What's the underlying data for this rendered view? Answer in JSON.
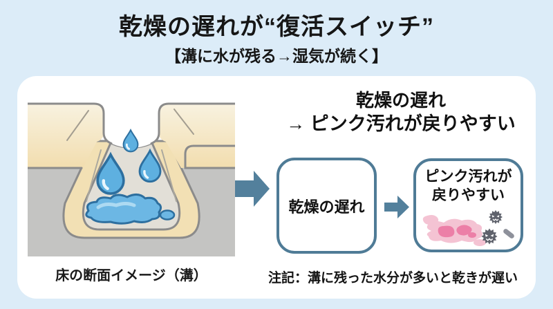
{
  "header": {
    "title": "乾燥の遅れが“復活スイッチ”",
    "subtitle": "【溝に水が残る→湿気が続く】"
  },
  "diagram": {
    "caption": "床の断面イメージ（溝）",
    "heading_line1": "乾燥の遅れ",
    "heading_line2": "→ ピンク汚れが戻りやすい",
    "box1_label": "乾燥の遅れ",
    "box2_line1": "ピンク汚れが",
    "box2_line2": "戻りやすい",
    "note": "注記：溝に残った水分が多いと乾きが遅い"
  },
  "icons": {
    "floor_section": "floor-groove-cross-section-illustration",
    "water_drop": "water-drop-icon",
    "puddle": "water-puddle-icon",
    "flow_arrow": "arrow-right-icon",
    "pink_stain": "pink-stain-icon",
    "germ": "germ-icon"
  },
  "colors": {
    "background": "#dcecf8",
    "card": "#ffffff",
    "box_border": "#4f7b96",
    "arrow": "#53809c",
    "floor_cream": "#f4e2b6",
    "floor_gray": "#c4c4c2",
    "outline_gray": "#8b8b8b",
    "water_blue": "#5eb0e0",
    "water_outline": "#2d6f9f",
    "stain_pink": "#f4c3d3",
    "stain_pink_dark": "#ec7fa7",
    "germ_gray": "#5f626c"
  }
}
